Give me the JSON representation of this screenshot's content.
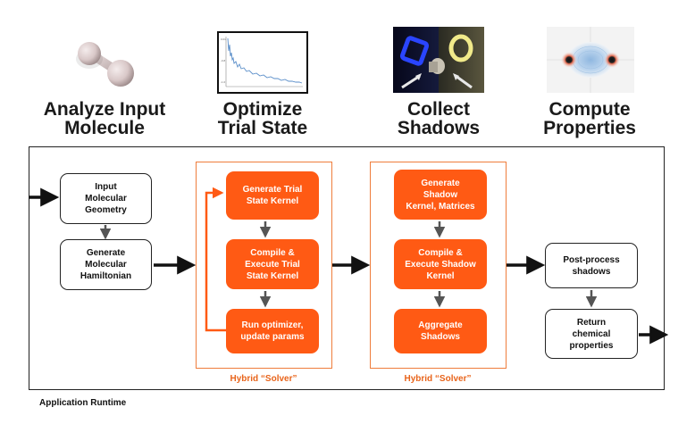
{
  "stages": [
    {
      "lines": [
        "Analyze Input",
        "Molecule"
      ],
      "icon": "molecule-icon"
    },
    {
      "lines": [
        "Optimize",
        "Trial State"
      ],
      "icon": "convergence-plot-icon"
    },
    {
      "lines": [
        "Collect",
        "Shadows"
      ],
      "icon": "shadow-projection-icon"
    },
    {
      "lines": [
        "Compute",
        "Properties"
      ],
      "icon": "orbital-density-icon"
    }
  ],
  "input_boxes": {
    "geometry": [
      "Input",
      "Molecular",
      "Geometry"
    ],
    "hamiltonian": [
      "Generate",
      "Molecular",
      "Hamiltonian"
    ]
  },
  "solver1": {
    "generate": [
      "Generate Trial",
      "State Kernel"
    ],
    "compile": [
      "Compile &",
      "Execute Trial",
      "State Kernel"
    ],
    "optimizer": [
      "Run optimizer,",
      "update params"
    ],
    "label": "Hybrid “Solver”"
  },
  "solver2": {
    "generate": [
      "Generate",
      "Shadow",
      "Kernel, Matrices"
    ],
    "compile": [
      "Compile &",
      "Execute Shadow",
      "Kernel"
    ],
    "aggregate": [
      "Aggregate",
      "Shadows"
    ],
    "label": "Hybrid “Solver”"
  },
  "output_boxes": {
    "postprocess": [
      "Post-process",
      "shadows"
    ],
    "return": [
      "Return",
      "chemical",
      "properties"
    ]
  },
  "runtime_label": "Application Runtime",
  "colors": {
    "orange": "#ff5a14",
    "orange_border": "#ef7d3c",
    "orange_text": "#e8641b",
    "dark": "#111111"
  }
}
